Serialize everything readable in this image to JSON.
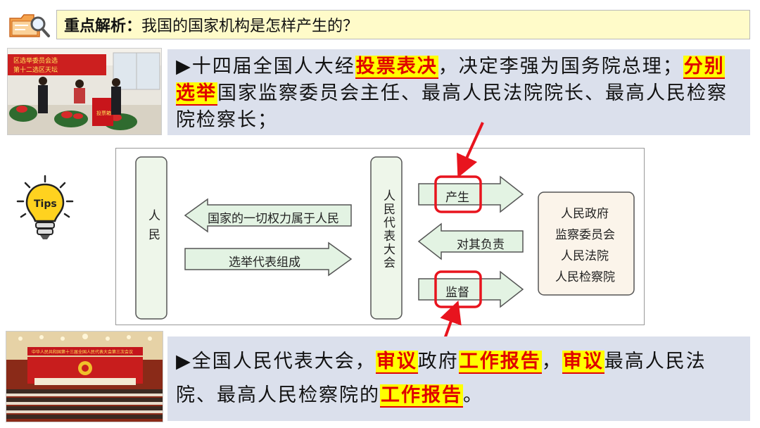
{
  "header": {
    "title_bold": "重点解析：",
    "title_text": "我国的国家机构是怎样产生的？"
  },
  "box1": {
    "p1": "▶十四届全国人大经",
    "hl1": "投票表决",
    "p2": "，决定李强为国务院总理；",
    "hl2": "分别选举",
    "p3": "国家监察委员会主任、最高人民法院院长、最高人民检察院检察长；"
  },
  "box2": {
    "p1": "▶全国人民代表大会，",
    "hl1": "审议",
    "p2": "政府",
    "hl2": "工作报告",
    "p3": "，",
    "hl3": "审议",
    "p4": "最高人民法院、最高人民检察院的",
    "hl4": "工作报告",
    "p5": "。"
  },
  "photo1": {
    "sign_line1": "区选举委员会选",
    "sign_line2": "第十二选区天坛",
    "ballot_box": "投票箱"
  },
  "photo2": {
    "banner": "中华人民共和国第十三届全国人民代表大会第三次会议"
  },
  "diagram": {
    "people": "人民",
    "arrow_left": "国家的一切权力属于人民",
    "arrow_right": "选举代表组成",
    "congress": "人民代表大会",
    "produce": "产生",
    "responsible": "对其负责",
    "supervise": "监督",
    "organs": [
      "人民政府",
      "监察委员会",
      "人民法院",
      "人民检察院"
    ]
  },
  "tips": {
    "label": "Tips"
  },
  "colors": {
    "highlight_bg": "#ffff00",
    "highlight_text": "#e00000",
    "box_bg": "#dbe0ec",
    "title_bg": "#fffbc9",
    "arrow_fill": "#e3f3e3",
    "red_annotation": "#e8141e"
  }
}
